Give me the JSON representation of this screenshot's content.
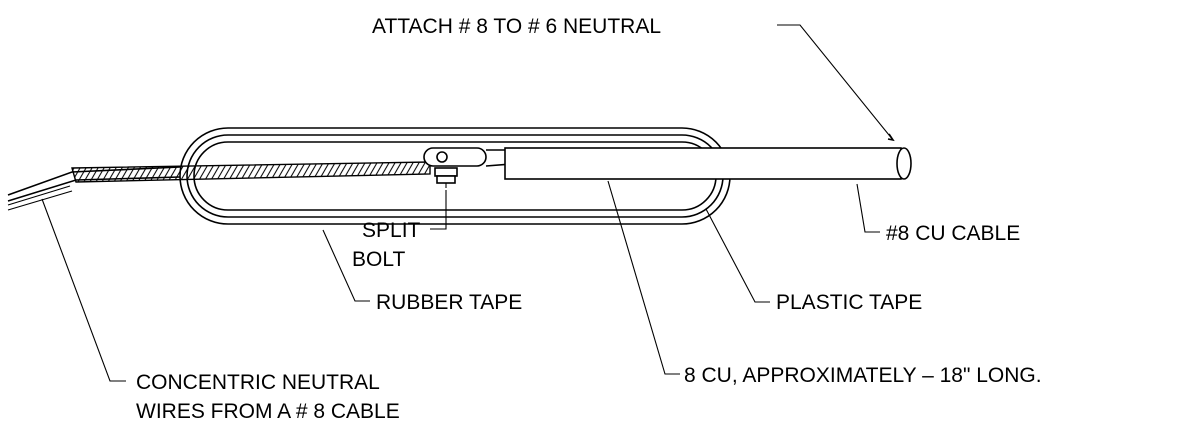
{
  "labels": {
    "attach": "ATTACH # 8 TO # 6 NEUTRAL",
    "cu_cable": "#8 CU CABLE",
    "split": "SPLIT",
    "bolt": "BOLT",
    "rubber_tape": "RUBBER TAPE",
    "plastic_tape": "PLASTIC TAPE",
    "cu_long": "8 CU, APPROXIMATELY – 18\" LONG.",
    "concentric_line1": "CONCENTRIC NEUTRAL",
    "concentric_line2": "WIRES FROM A # 8 CABLE"
  },
  "colors": {
    "line": "#000000",
    "background": "#ffffff"
  }
}
